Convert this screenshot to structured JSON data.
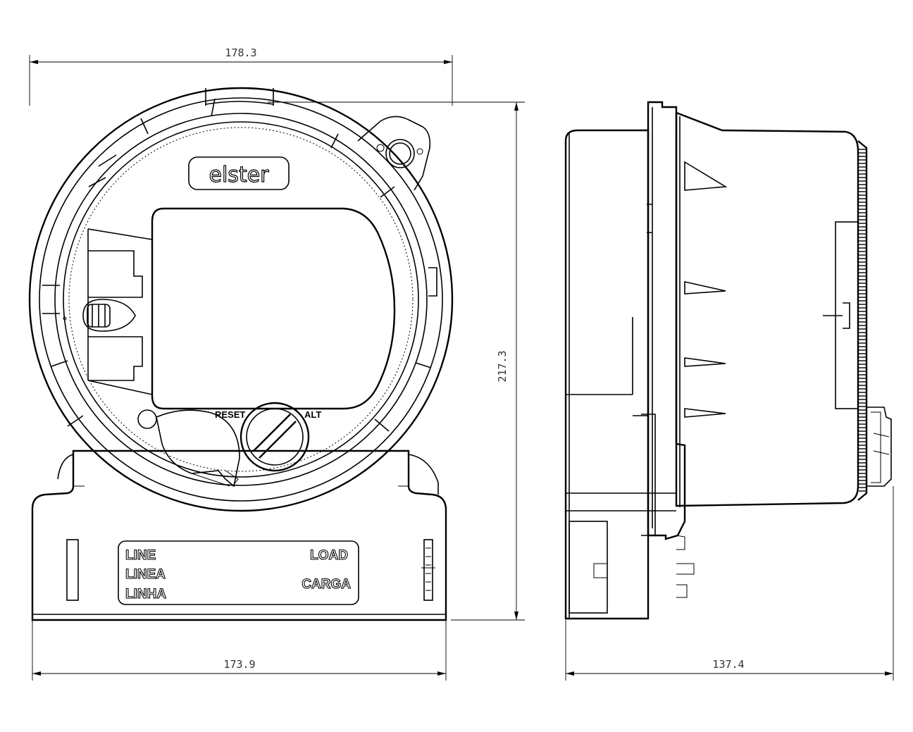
{
  "dimensions": {
    "front_top_width": "178.3",
    "height": "217.3",
    "front_bottom_width": "173.9",
    "side_depth": "137.4"
  },
  "brand": "elster",
  "buttons": {
    "reset": "RESET",
    "alt": "ALT"
  },
  "terminal_labels": {
    "line_en": "LINE",
    "line_es": "LINEA",
    "line_pt": "LINHA",
    "load_en": "LOAD",
    "load_es": "CARGA"
  }
}
